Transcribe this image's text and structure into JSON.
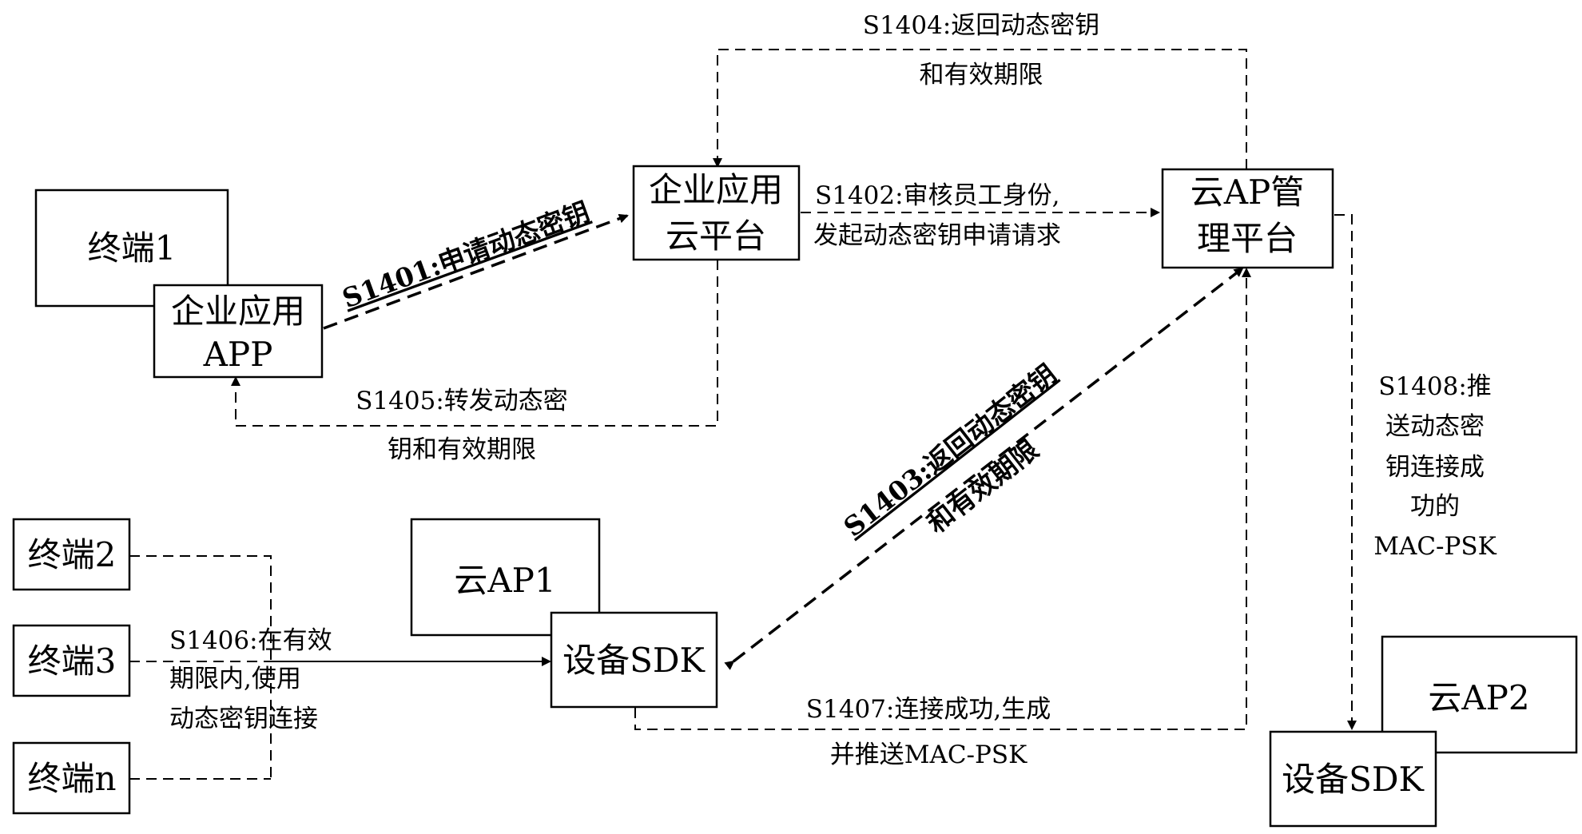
{
  "nodes": {
    "terminal1": "终端1",
    "enterprise_app": [
      "企业应用",
      "APP"
    ],
    "enterprise_cloud": [
      "企业应用",
      "云平台"
    ],
    "cloud_ap_mgmt": [
      "云AP管",
      "理平台"
    ],
    "terminal2": "终端2",
    "terminal3": "终端3",
    "terminaln": "终端n",
    "cloud_ap1": "云AP1",
    "device_sdk1": "设备SDK",
    "cloud_ap2": "云AP2",
    "device_sdk2": "设备SDK"
  },
  "steps": {
    "s1401": "S1401:申请动态密钥",
    "s1402": [
      "S1402:审核员工身份,",
      "发起动态密钥申请请求"
    ],
    "s1403": [
      "S1403:返回动态密钥",
      "和有效期限"
    ],
    "s1404": [
      "S1404:返回动态密钥",
      "和有效期限"
    ],
    "s1405": [
      "S1405:转发动态密",
      "钥和有效期限"
    ],
    "s1406": [
      "S1406:在有效",
      "期限内,使用",
      "动态密钥连接"
    ],
    "s1407": [
      "S1407:连接成功,生成",
      "并推送MAC-PSK"
    ],
    "s1408": [
      "S1408:推",
      "送动态密",
      "钥连接成",
      "功的",
      "MAC-PSK"
    ]
  }
}
